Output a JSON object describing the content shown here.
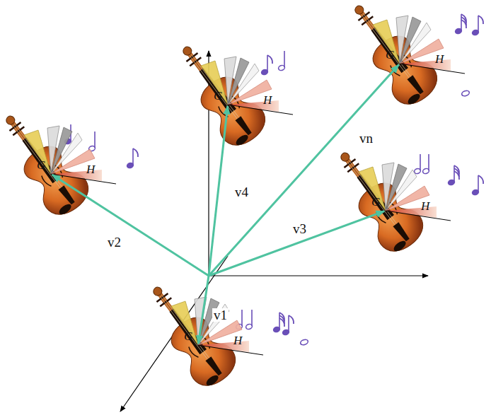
{
  "diagram": {
    "nodes": [
      {
        "text": [
          "G",
          "H"
        ]
      },
      {
        "text": [
          "G",
          "H"
        ]
      },
      {
        "text": [
          "G",
          "H"
        ]
      },
      {
        "text": [
          "G",
          "H"
        ]
      },
      {
        "text": [
          "G",
          "H"
        ]
      }
    ],
    "labels": [
      "vn",
      "v4",
      "v2",
      "v3",
      "v1"
    ]
  }
}
